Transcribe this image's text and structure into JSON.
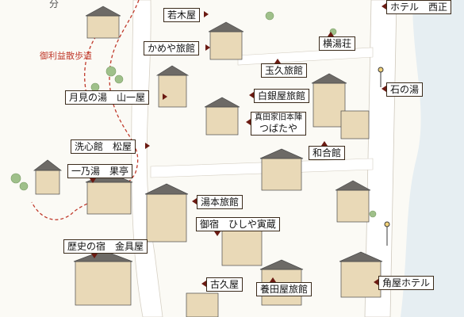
{
  "walkway_name": "御利益散歩道",
  "top_left_fragment": "分",
  "labels": {
    "wakagiya": "若木屋",
    "hotel_seisho": "ホテル　西正",
    "kameya": "かめや旅館",
    "yokoyuso": "横湯荘",
    "tamakyu": "玉久旅館",
    "tsukimi": "月見の湯　山一屋",
    "shiroganeya": "白銀屋旅館",
    "ishinoyu": "石の湯",
    "sanadake_line1": "真田家旧本陣",
    "sanadake_line2": "つばたや",
    "senshinkan": "洗心館　松屋",
    "wagokan": "和合館",
    "ichinoyu": "一乃湯　果亭",
    "yumoto": "湯本旅館",
    "hishiya": "御宿　ひしや寅蔵",
    "rekishi": "歴史の宿　金具屋",
    "furukuya": "古久屋",
    "yotaya": "養田屋旅館",
    "kadoya": "角屋ホテル"
  },
  "colors": {
    "paper": "#fbfaf5",
    "river": "#e6eef2",
    "road": "#ffffff",
    "walkway": "#c0392b",
    "label_border": "#3a2a1a",
    "arrow": "#6b1a12",
    "roof": "#6d6a66",
    "wall": "#e9d9b7",
    "tree": "#9fc08a"
  }
}
